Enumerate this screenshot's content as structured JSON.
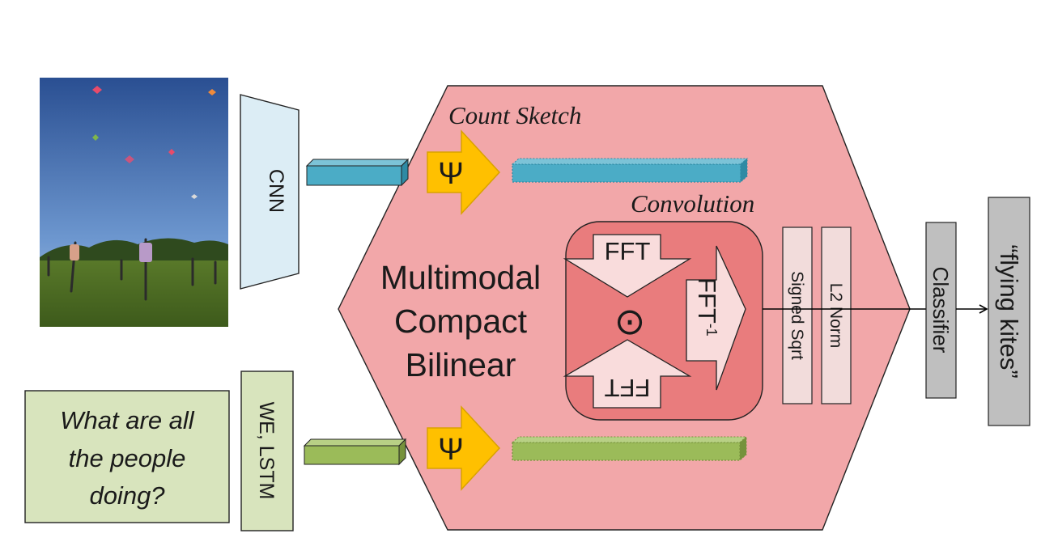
{
  "input_image": {
    "alt": "photo of people flying kites in a park"
  },
  "cnn": {
    "label": "CNN"
  },
  "we_lstm": {
    "label": "WE, LSTM"
  },
  "question": {
    "line1": "What are all",
    "line2": "the people",
    "line3": "doing?"
  },
  "mcb": {
    "line1": "Multimodal",
    "line2": "Compact",
    "line3": "Bilinear"
  },
  "count_sketch": {
    "label": "Count Sketch",
    "psi_symbol": "Ψ"
  },
  "convolution": {
    "label": "Convolution",
    "fft_label": "FFT",
    "fft_inverse_label": "FFT",
    "fft_inverse_superscript": "-1",
    "product_symbol": "⊙"
  },
  "signed_sqrt": {
    "label": "Signed Sqrt"
  },
  "l2_norm": {
    "label": "L2 Norm"
  },
  "classifier": {
    "label": "Classifier"
  },
  "answer": {
    "label": "“flying kites”"
  },
  "colors": {
    "hexagon_fill": "#f2a7a9",
    "conv_box_fill": "#e97c7d",
    "cnn_fill": "#dcedf5",
    "question_fill": "#d8e4bd",
    "teal_bar": "#4bacc6",
    "green_bar": "#9bbb59",
    "psi_arrow": "#ffc000",
    "gray_box": "#bfbfbf"
  }
}
